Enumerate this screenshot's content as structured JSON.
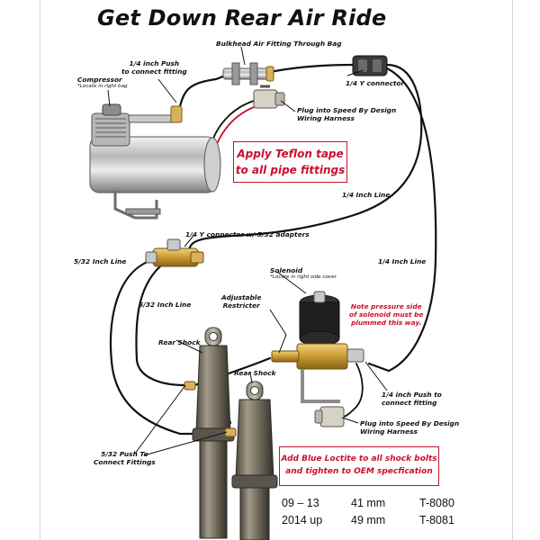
{
  "title": "Get Down Rear Air Ride",
  "labels": {
    "bulkhead": "Bulkhead Air Fitting Through Bag",
    "push_quarter_top_1": "1/4 inch Push",
    "push_quarter_top_2": "to connect fitting",
    "compressor": "Compressor",
    "compressor_note": "*Locate in right bag",
    "y_connector_top": "1/4 Y connector",
    "plug_top_1": "Plug into Speed By Design",
    "plug_top_2": "Wiring Harness",
    "quarter_line_mid": "1/4 Inch Line",
    "y_connector_adapters": "1/4 Y connector w/ 5/32 adapters",
    "line_532_left": "5/32 Inch Line",
    "quarter_line_right": "1/4 Inch Line",
    "solenoid": "Solenoid",
    "solenoid_note": "*Locate in right side cover",
    "line_532_inner": "5/32 Inch Line",
    "restricter_1": "Adjustable",
    "restricter_2": "Restricter",
    "pressure_note_1": "Note pressure side",
    "pressure_note_2": "of solenoid must be",
    "pressure_note_3": "plummed this way.",
    "rear_shock_1": "Rear Shock",
    "rear_shock_2": "Rear Shock",
    "push_quarter_bottom_1": "1/4 inch Push to",
    "push_quarter_bottom_2": "connect fitting",
    "plug_bottom_1": "Plug into Speed By Design",
    "plug_bottom_2": "Wiring Harness",
    "push_532_1": "5/32 Push To",
    "push_532_2": "Connect Fittings"
  },
  "callouts": {
    "teflon_1": "Apply Teflon tape",
    "teflon_2": "to all pipe fittings",
    "loctite_1": "Add Blue Loctite to all shock bolts",
    "loctite_2": "and tighten to OEM specfication"
  },
  "specs": [
    {
      "years": "09 – 13",
      "size": "41 mm",
      "part": "T-8080"
    },
    {
      "years": "2014 up",
      "size": "49 mm",
      "part": "T-8081"
    }
  ],
  "colors": {
    "callout": "#c8102e",
    "text": "#111111",
    "line": "#111111"
  }
}
